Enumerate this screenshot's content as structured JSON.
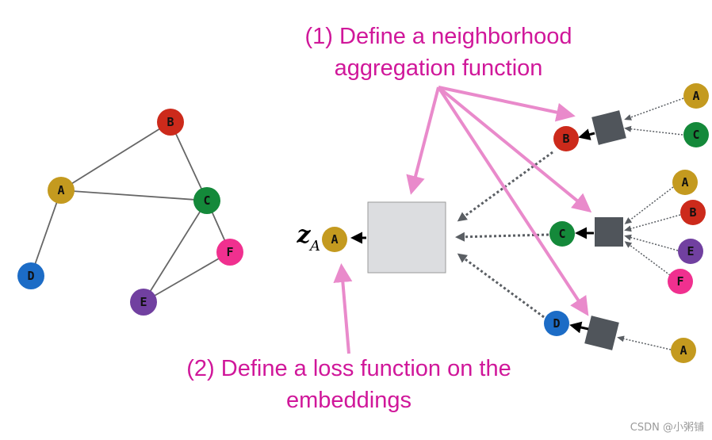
{
  "captions": {
    "step1_line1": "(1) Define a neighborhood",
    "step1_line2": "aggregation function",
    "step2_line1": "(2) Define a loss function on the",
    "step2_line2": "embeddings"
  },
  "embedding_label": "z",
  "embedding_subscript": "A",
  "watermark": "CSDN @小粥铺",
  "node_colors": {
    "A": "#c49a1f",
    "B": "#cc2a1b",
    "C": "#14893a",
    "D": "#1c6cc6",
    "E": "#7140a0",
    "F": "#f0308f"
  },
  "nodes": {
    "A": "A",
    "B": "B",
    "C": "C",
    "D": "D",
    "E": "E",
    "F": "F"
  }
}
